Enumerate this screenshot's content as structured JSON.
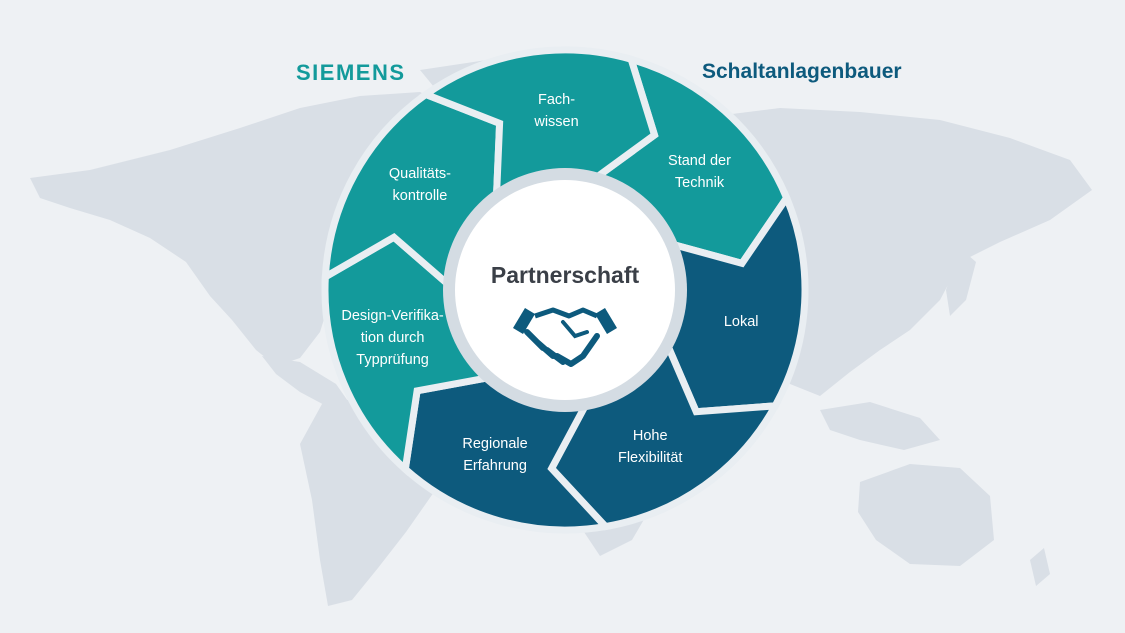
{
  "headers": {
    "left": "SIEMENS",
    "right": "Schaltanlagenbauer"
  },
  "center": {
    "title": "Partnerschaft",
    "icon": "handshake-icon"
  },
  "segments": [
    {
      "id": "stand-der-technik",
      "label": "Stand der\nTechnik",
      "side": "siemens"
    },
    {
      "id": "lokal",
      "label": "Lokal",
      "side": "schaltanlagenbauer"
    },
    {
      "id": "hohe-flexibilitaet",
      "label": "Hohe\nFlexibilität",
      "side": "schaltanlagenbauer"
    },
    {
      "id": "regionale-erfahrung",
      "label": "Regionale\nErfahrung",
      "side": "schaltanlagenbauer"
    },
    {
      "id": "design-verifikation",
      "label": "Design-Verifika-\ntion durch\nTypprüfung",
      "side": "siemens"
    },
    {
      "id": "qualitaetskontrolle",
      "label": "Qualitäts-\nkontrolle",
      "side": "siemens"
    },
    {
      "id": "fachwissen",
      "label": "Fach-\nwissen",
      "side": "siemens"
    }
  ],
  "colors": {
    "background": "#eef1f4",
    "map": "#d9dfe6",
    "siemens": "#139a9b",
    "schaltanlagenbauer": "#0d5a7d",
    "center_fill": "#ffffff",
    "center_ring": "#d4dce3",
    "icon": "#0d5a7d"
  }
}
